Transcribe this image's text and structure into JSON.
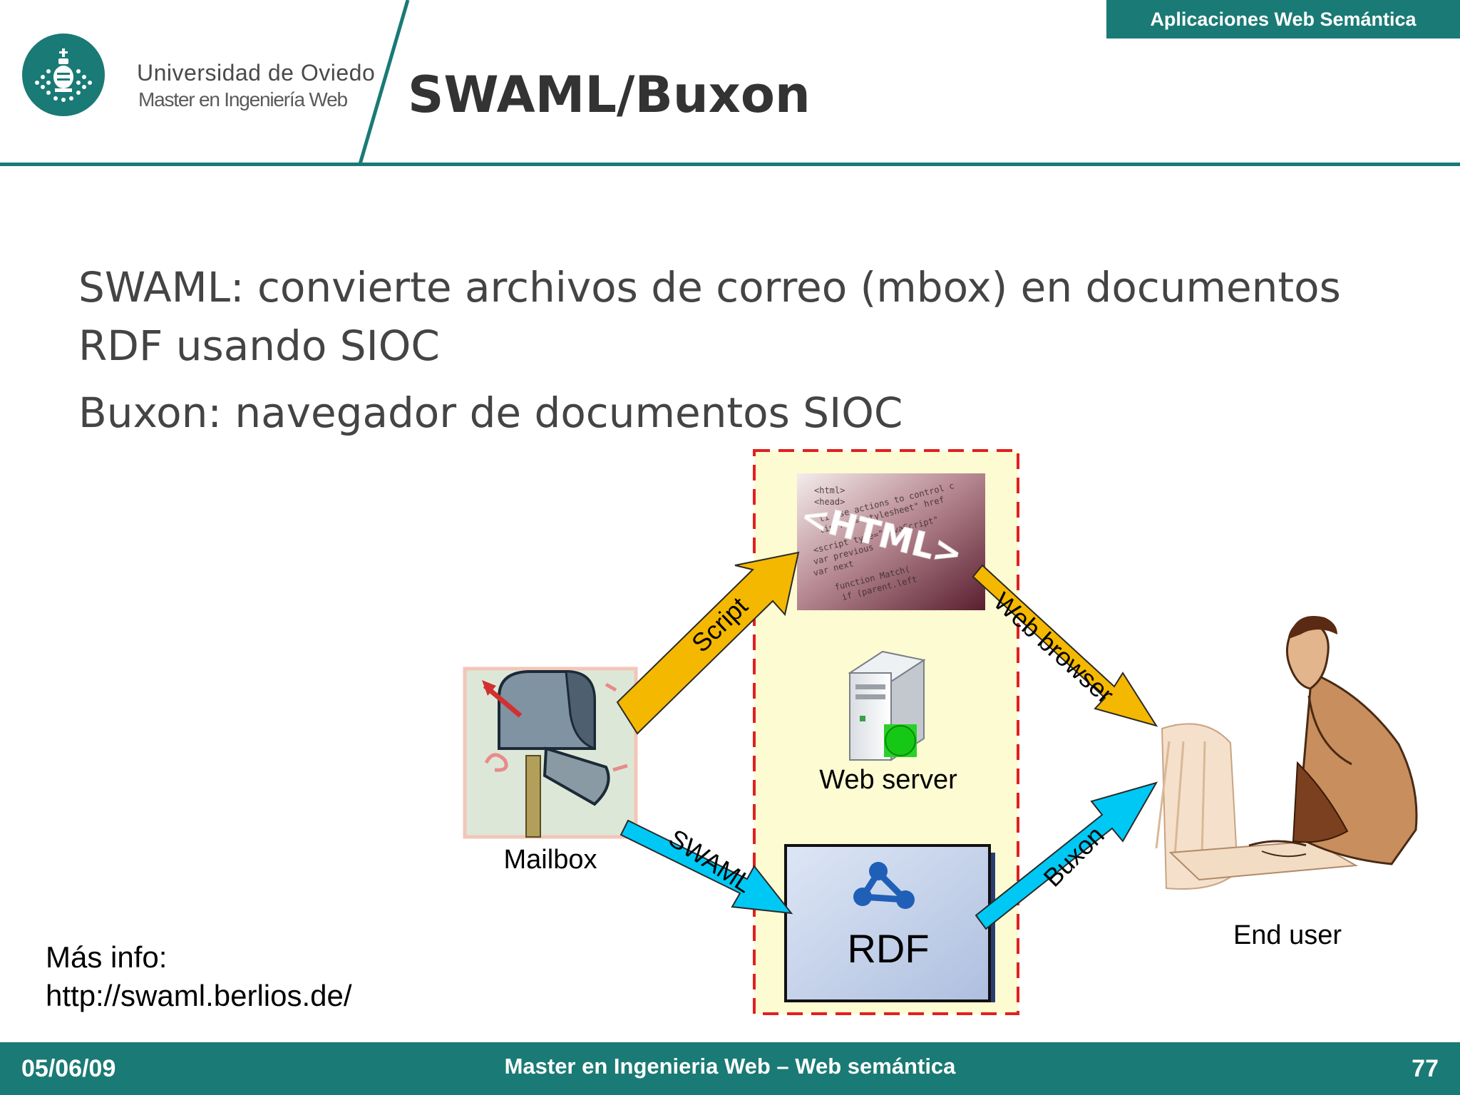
{
  "header": {
    "course": "Aplicaciones Web Semántica",
    "university": "Universidad de Oviedo",
    "master": "Master en Ingeniería Web",
    "title": "SWAML/Buxon"
  },
  "bullets": [
    "SWAML: convierte archivos de correo (mbox) en documentos RDF usando SIOC",
    "Buxon: navegador de documentos SIOC"
  ],
  "diagram": {
    "nodes": {
      "mailbox": "Mailbox",
      "web_server": "Web server",
      "rdf": "RDF",
      "end_user": "End user",
      "html_text": "<HTML>"
    },
    "edges": {
      "script": "Script",
      "swaml": "SWAML",
      "web_browser": "Web browser",
      "buxon": "Buxon"
    },
    "colors": {
      "teal": "#1a7a75",
      "server_zone_fill": "#fdfbd2",
      "server_zone_border": "#e02020",
      "arrow_orange": "#f5b800",
      "arrow_blue": "#00c8f5",
      "rdf_box": "#c5d2ea",
      "rdf_logo": "#1f5fb8"
    }
  },
  "info": {
    "label": "Más info:",
    "url": "http://swaml.berlios.de/"
  },
  "footer": {
    "date": "05/06/09",
    "center": "Master en Ingenieria Web – Web semántica",
    "page": "77"
  }
}
